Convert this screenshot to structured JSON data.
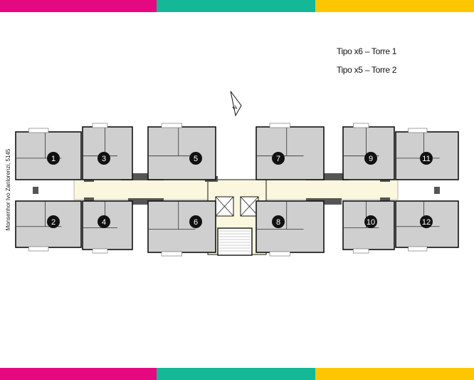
{
  "colors": {
    "accent_magenta": "#e5097f",
    "accent_teal": "#14b896",
    "accent_yellow": "#fdc600",
    "unit_fill": "#cfcfcf",
    "corridor_fill": "#fbf7df",
    "wall": "#111111"
  },
  "legend": {
    "line1": "Tipo x6 – Torre 1",
    "line2": "Tipo x5 – Torre 2"
  },
  "street_label": "Monsenhor Ivo Zanlorenzi, 5145",
  "compass_label": "N",
  "units": [
    "1",
    "2",
    "3",
    "4",
    "5",
    "6",
    "7",
    "8",
    "9",
    "10",
    "11",
    "12"
  ]
}
